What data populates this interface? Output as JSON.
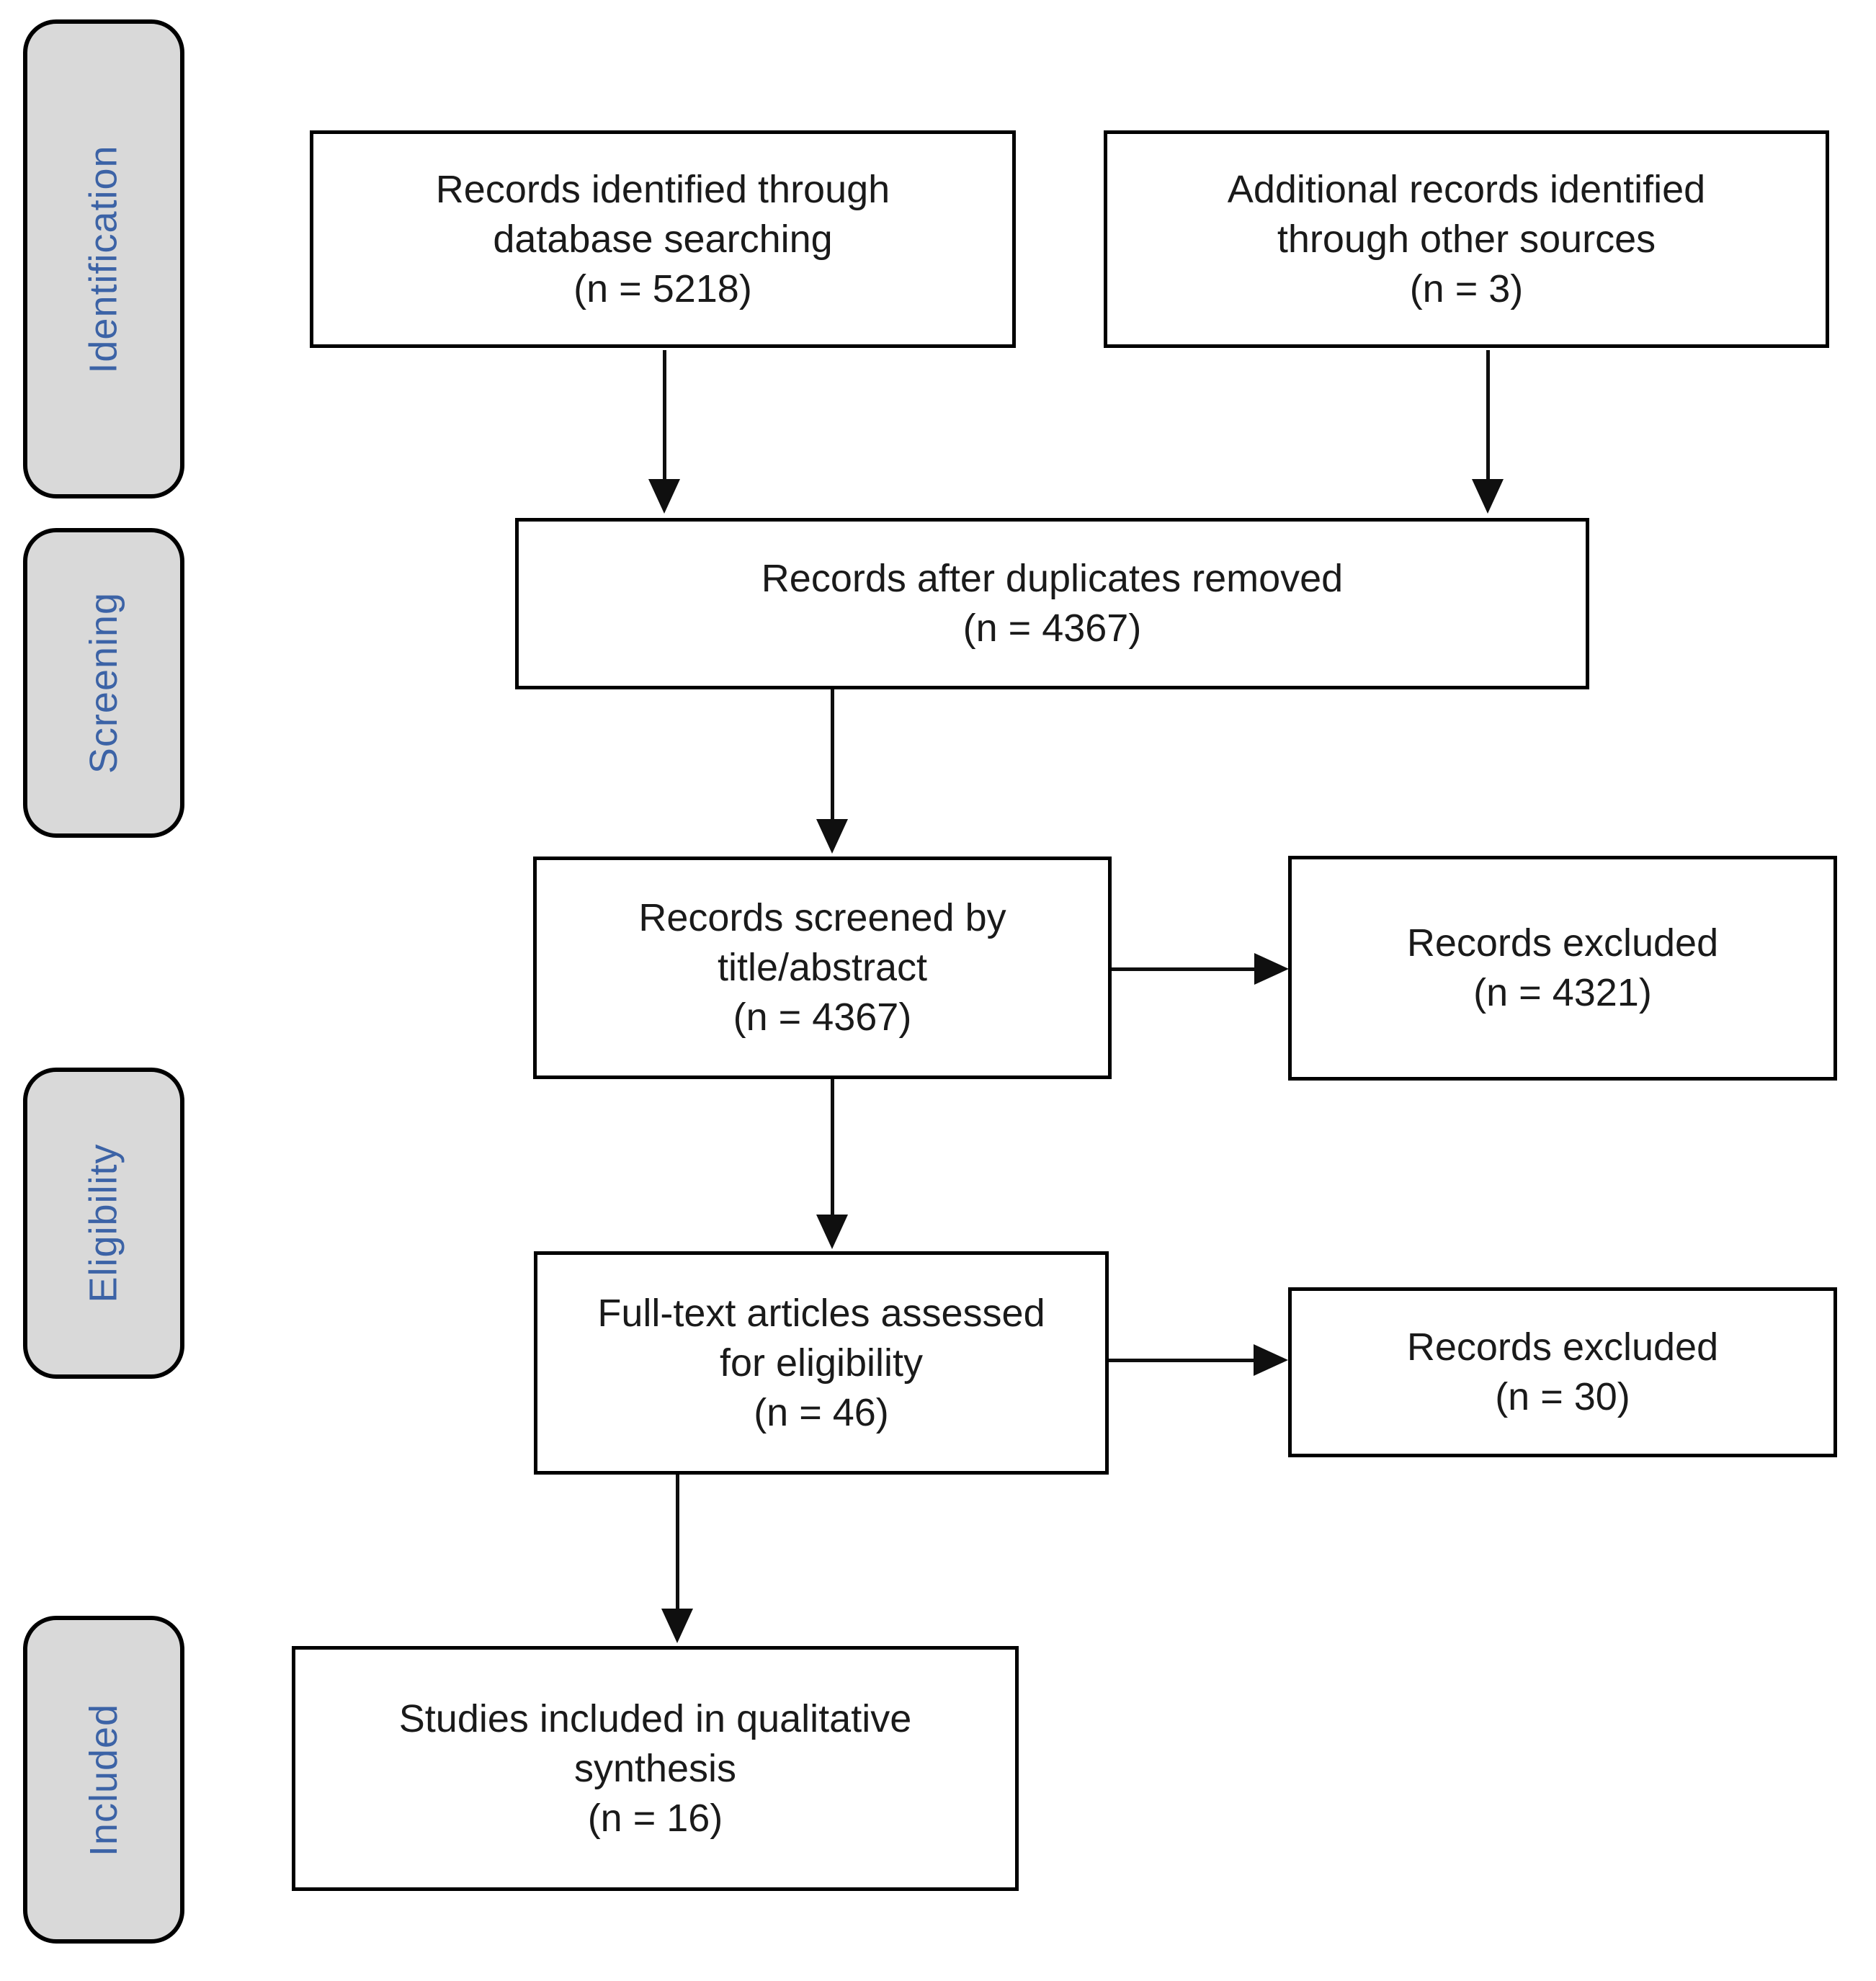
{
  "sidebar": {
    "stages": [
      {
        "label": "Identification"
      },
      {
        "label": "Screening"
      },
      {
        "label": "Eligibility"
      },
      {
        "label": "Included"
      }
    ]
  },
  "flow": {
    "boxes": [
      {
        "id": "records-identified",
        "label": "Records identified through database searching",
        "n": 5218,
        "lines": [
          "Records identified through",
          "database searching",
          "(n = 5218)"
        ]
      },
      {
        "id": "additional-records",
        "label": "Additional records identified through other sources",
        "n": 3,
        "lines": [
          "Additional records identified",
          "through other sources",
          "(n = 3)"
        ]
      },
      {
        "id": "after-duplicates",
        "label": "Records after duplicates removed",
        "n": 4367,
        "lines": [
          "Records after duplicates removed",
          "(n = 4367)"
        ]
      },
      {
        "id": "records-screened",
        "label": "Records screened by title/abstract",
        "n": 4367,
        "lines": [
          "Records screened by",
          "title/abstract",
          "(n = 4367)"
        ]
      },
      {
        "id": "records-excluded-screening",
        "label": "Records excluded",
        "n": 4321,
        "lines": [
          "Records excluded",
          "(n = 4321)"
        ]
      },
      {
        "id": "fulltext-assessed",
        "label": "Full-text articles assessed for eligibility",
        "n": 46,
        "lines": [
          "Full-text articles assessed",
          "for eligibility",
          "(n = 46)"
        ]
      },
      {
        "id": "records-excluded-fulltext",
        "label": "Records excluded",
        "n": 30,
        "lines": [
          "Records excluded",
          "(n = 30)"
        ]
      },
      {
        "id": "studies-included",
        "label": "Studies included in qualitative synthesis",
        "n": 16,
        "lines": [
          "Studies included in qualitative",
          "synthesis",
          "(n = 16)"
        ]
      }
    ]
  },
  "colors": {
    "background": "#ffffff",
    "stage_fill": "#d9d9d9",
    "stage_border": "#000000",
    "stage_text": "#3c63a6",
    "box_fill": "#ffffff",
    "box_border": "#000000",
    "box_text": "#1a1a1a",
    "arrow": "#0f0f0f"
  }
}
